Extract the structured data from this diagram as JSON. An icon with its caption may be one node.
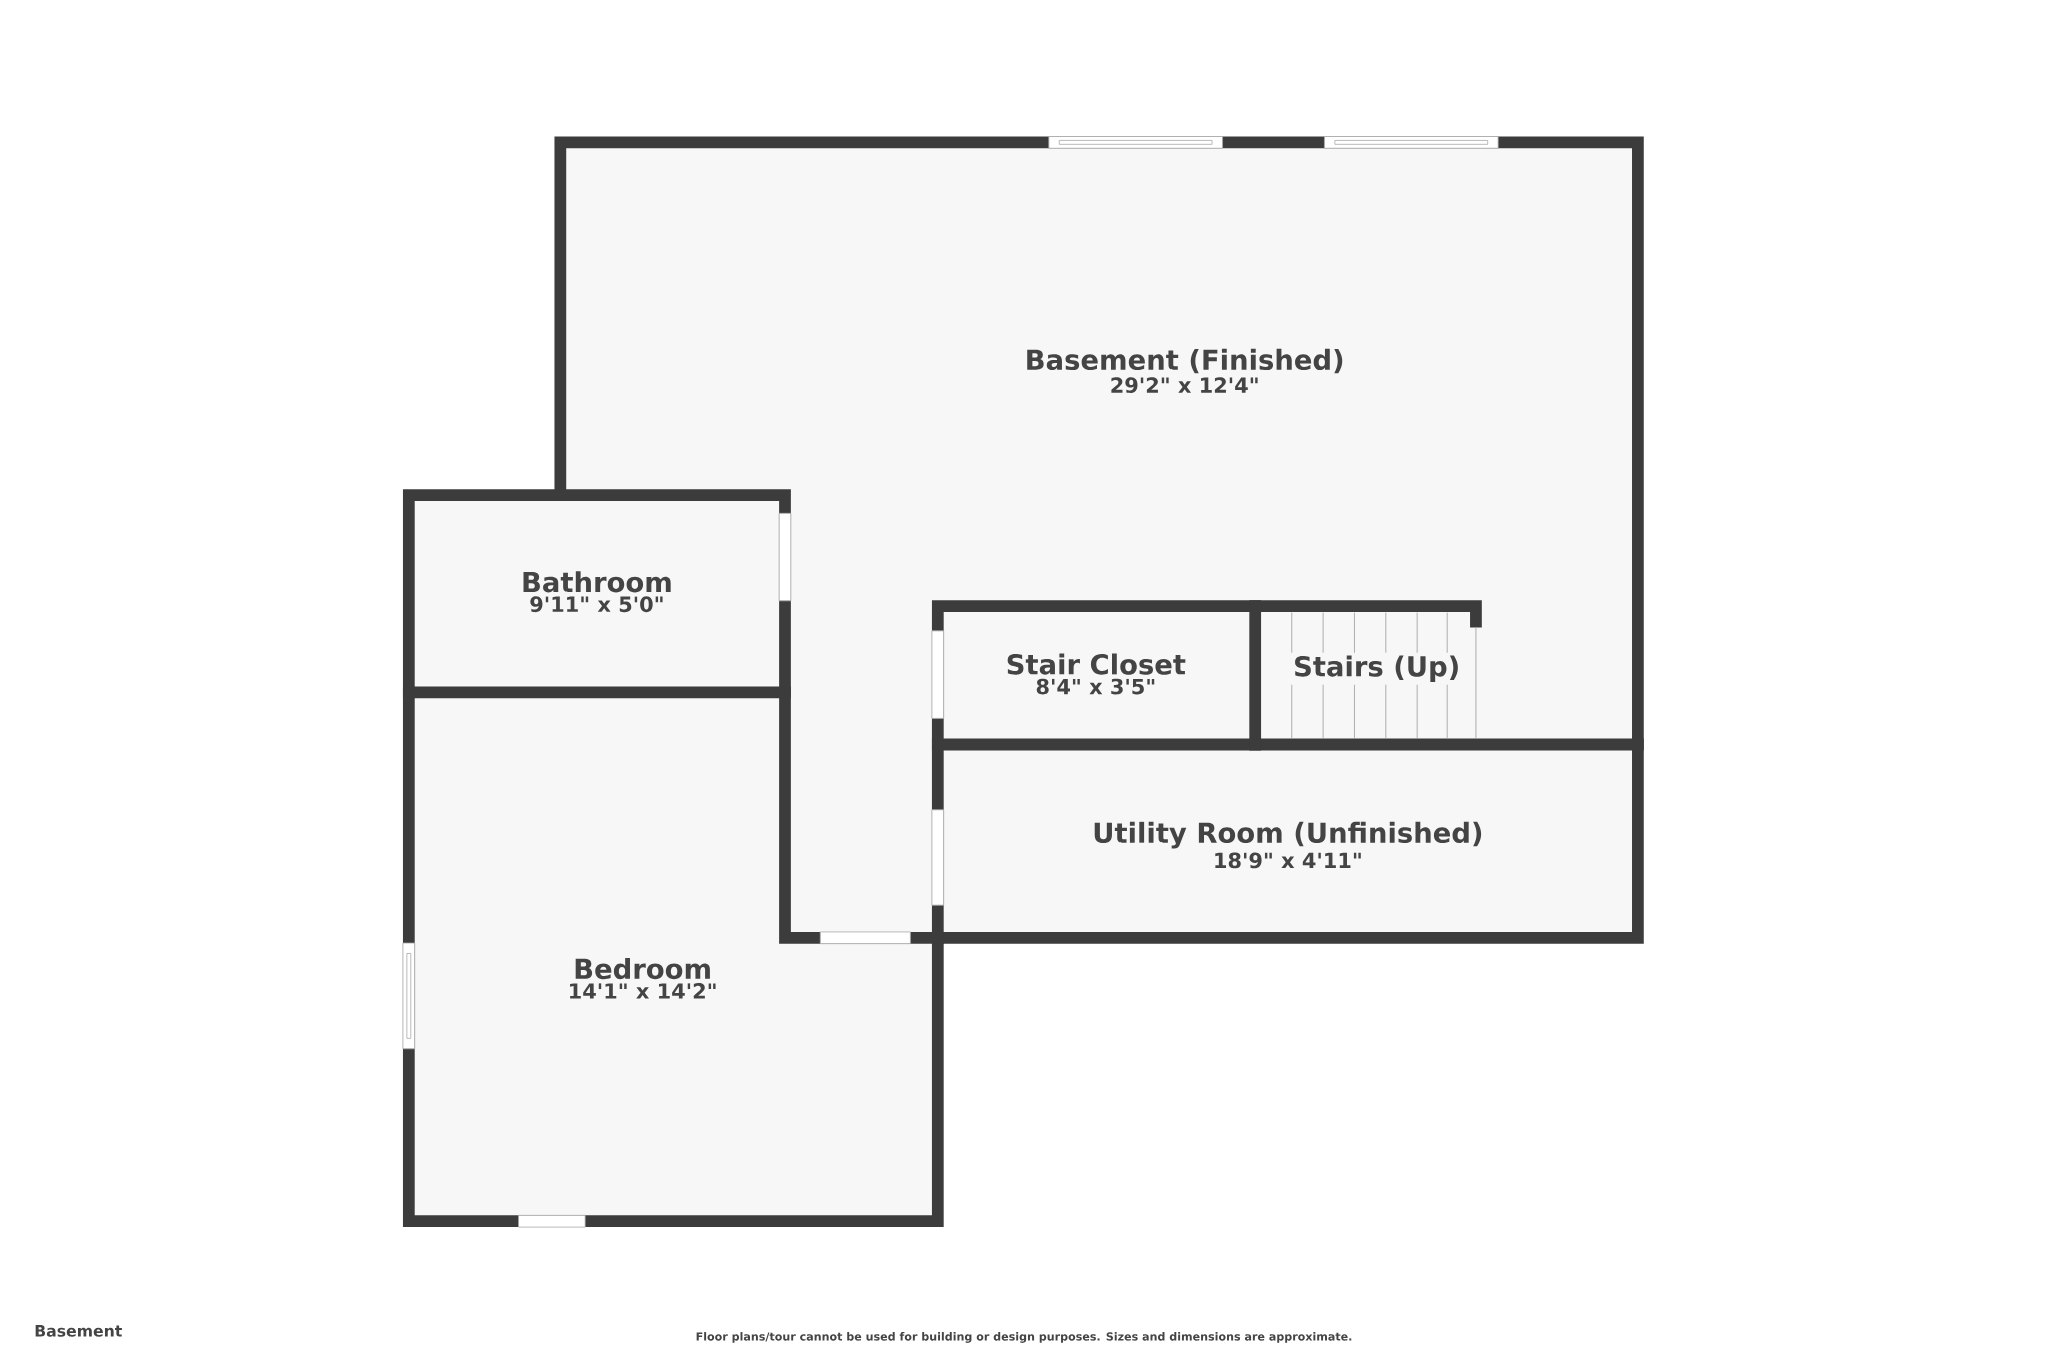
{
  "diagram": {
    "nodes": [
      {
        "text": [
          "Basement (Finished)",
          "29'2\" x 12'4\""
        ]
      },
      {
        "text": [
          "Bathroom",
          "9'11\" x 5'0\""
        ]
      },
      {
        "text": [
          "Stair Closet",
          "8'4\" x 3'5\""
        ]
      },
      {
        "text": [
          "Stairs (Up)"
        ]
      },
      {
        "text": [
          "Utility Room (Unfinished)",
          "18'9\" x 4'11\""
        ]
      },
      {
        "text": [
          "Bedroom",
          "14'1\" x 14'2\""
        ]
      }
    ],
    "labels": [
      "Basement",
      "Floor plans/tour cannot be used for building or design purposes. Sizes and dimensions are approximate."
    ]
  }
}
